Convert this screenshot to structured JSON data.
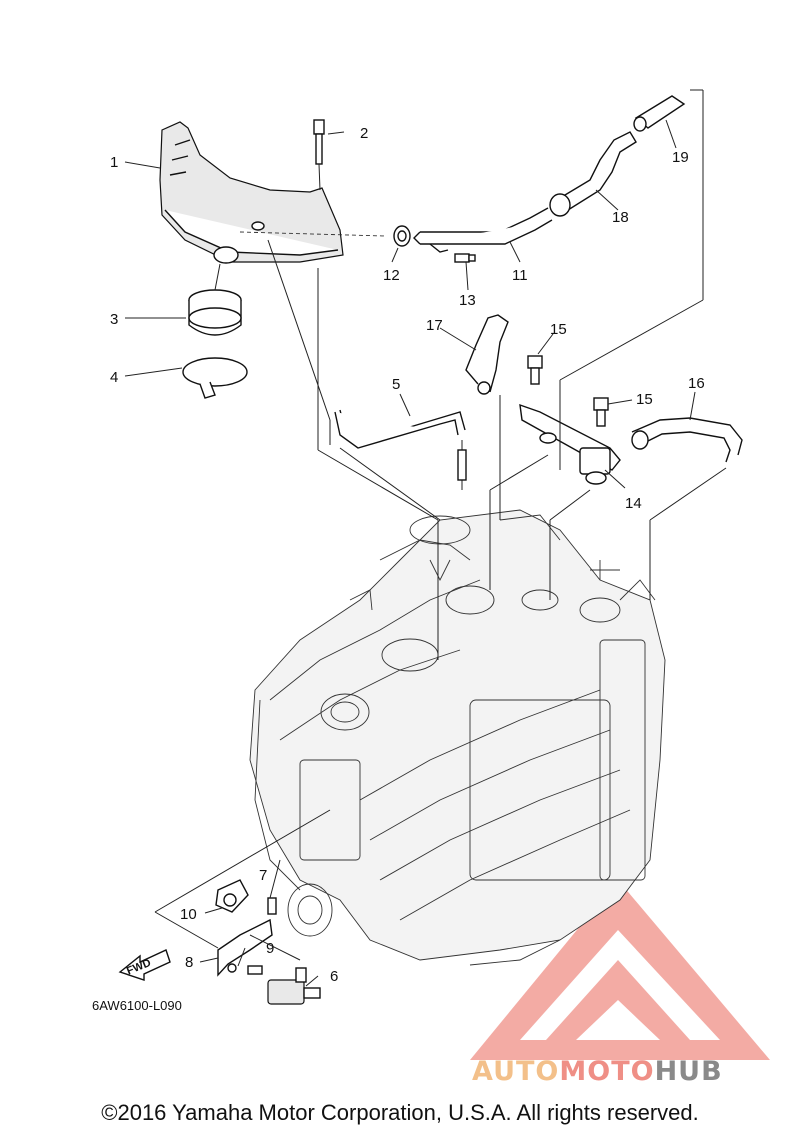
{
  "diagram": {
    "code": "6AW6100-L090",
    "fwd_label": "FWD",
    "parts": [
      {
        "num": "1"
      },
      {
        "num": "2"
      },
      {
        "num": "3"
      },
      {
        "num": "4"
      },
      {
        "num": "5"
      },
      {
        "num": "6"
      },
      {
        "num": "7"
      },
      {
        "num": "8"
      },
      {
        "num": "9"
      },
      {
        "num": "10"
      },
      {
        "num": "11"
      },
      {
        "num": "12"
      },
      {
        "num": "13"
      },
      {
        "num": "14"
      },
      {
        "num": "15"
      },
      {
        "num": "15"
      },
      {
        "num": "16"
      },
      {
        "num": "17"
      },
      {
        "num": "18"
      },
      {
        "num": "19"
      }
    ]
  },
  "watermark": {
    "part1": "AUTO",
    "part2": "MOTO",
    "part3": "HUB",
    "colors": {
      "part1": "#f3c08a",
      "part2": "#ef8f86",
      "part3": "#8a8a8a",
      "logo": "#ef8f86"
    }
  },
  "footer": {
    "copyright": "©2016 Yamaha Motor Corporation, U.S.A. All rights reserved."
  }
}
